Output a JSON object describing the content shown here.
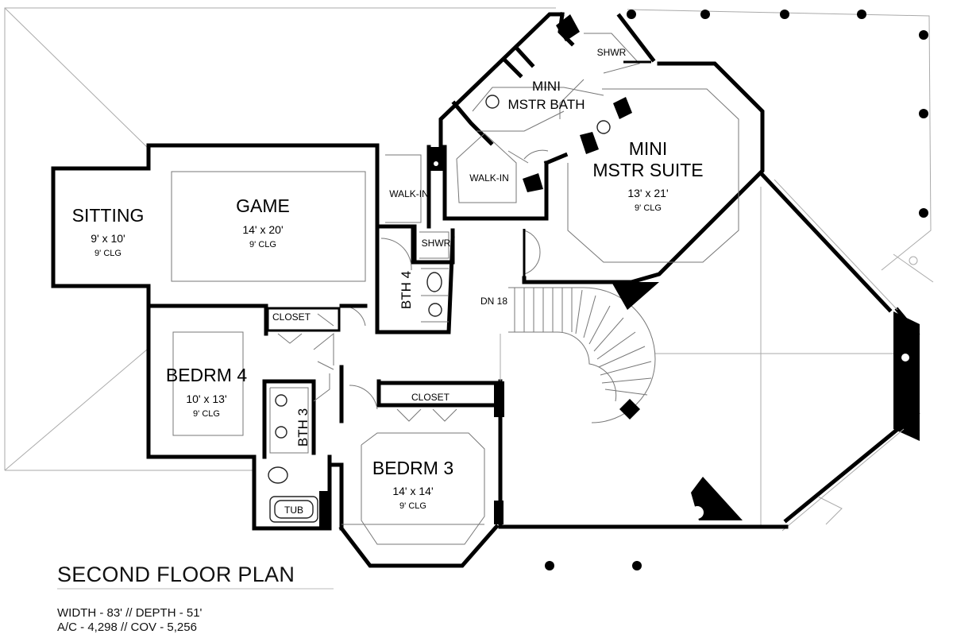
{
  "plan": {
    "title": "SECOND FLOOR PLAN",
    "width_depth": "WIDTH - 83' // DEPTH - 51'",
    "area": "A/C - 4,298 // COV - 5,256"
  },
  "rooms": {
    "sitting": {
      "name": "SITTING",
      "size": "9' x 10'",
      "clg": "9' CLG"
    },
    "game": {
      "name": "GAME",
      "size": "14' x 20'",
      "clg": "9' CLG"
    },
    "mini_suite": {
      "name_1": "MINI",
      "name_2": "MSTR SUITE",
      "size": "13' x 21'",
      "clg": "9' CLG"
    },
    "mini_bath": {
      "name_1": "MINI",
      "name_2": "MSTR BATH"
    },
    "bedrm4": {
      "name": "BEDRM 4",
      "size": "10' x 13'",
      "clg": "9' CLG"
    },
    "bedrm3": {
      "name": "BEDRM 3",
      "size": "14' x 14'",
      "clg": "9' CLG"
    }
  },
  "labels": {
    "shwr_top": "SHWR",
    "walkin_suite": "WALK-IN",
    "walkin_bth4": "WALK-IN",
    "shwr_bth4": "SHWR",
    "bth4": "BTH 4",
    "closet_b4": "CLOSET",
    "closet_b3": "CLOSET",
    "bth3": "BTH 3",
    "tub": "TUB",
    "stair_dn": "DN 18"
  }
}
